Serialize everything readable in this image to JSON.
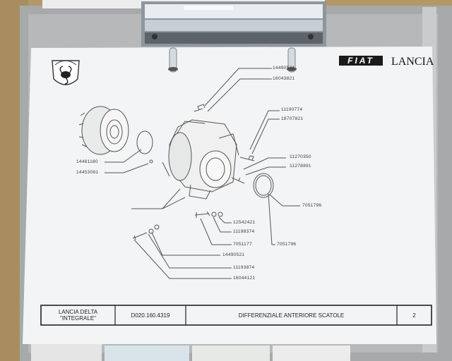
{
  "header": {
    "brand_fiat": "FIAT",
    "brand_lancia": "LANCIA"
  },
  "parts": [
    {
      "code": "14490521"
    },
    {
      "code": "16043821"
    },
    {
      "code": "11190774"
    },
    {
      "code": "18707821"
    },
    {
      "code": "11270350"
    },
    {
      "code": "11278891"
    },
    {
      "code": "14461180"
    },
    {
      "code": "14453081"
    },
    {
      "code": "7051796"
    },
    {
      "code": "12542421"
    },
    {
      "code": "11198374"
    },
    {
      "code": "7051177"
    },
    {
      "code": "7051796"
    },
    {
      "code": "14490521"
    },
    {
      "code": "11193874"
    },
    {
      "code": "16044121"
    }
  ],
  "title_block": {
    "model_line1": "LANCIA DELTA",
    "model_line2": "\"INTEGRALE\"",
    "drawing_code": "D020.160.4319",
    "description": "DIFFERENZIALE ANTERIORE SCATOLE",
    "page": "2"
  }
}
